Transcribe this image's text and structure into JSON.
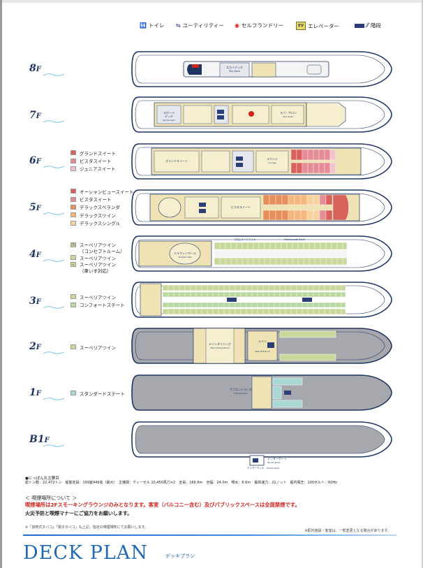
{
  "legend": {
    "toilet": {
      "label": "トイレ",
      "icon": "toilet-icon"
    },
    "utility": {
      "label": "ユーティリティー",
      "icon": "utility-icon"
    },
    "laundry": {
      "label": "セルフランドリー",
      "icon": "laundry-icon"
    },
    "elevator": {
      "label": "エレベーター",
      "icon": "elevator-icon",
      "badge": "EV"
    },
    "stairs": {
      "label": "階段",
      "icon": "stairs-icon"
    }
  },
  "decks": [
    {
      "label": "8",
      "suffix": "F"
    },
    {
      "label": "7",
      "suffix": "F"
    },
    {
      "label": "6",
      "suffix": "F"
    },
    {
      "label": "5",
      "suffix": "F"
    },
    {
      "label": "4",
      "suffix": "F"
    },
    {
      "label": "3",
      "suffix": "F"
    },
    {
      "label": "2",
      "suffix": "F"
    },
    {
      "label": "1",
      "suffix": "F"
    },
    {
      "label": "B1",
      "suffix": "F"
    }
  ],
  "cabin_legend": {
    "deck6": [
      {
        "label": "グランドスイート",
        "color": "#d9615c"
      },
      {
        "label": "ビスタスイート",
        "color": "#e58c97"
      },
      {
        "label": "ジュニアスイート",
        "color": "#f3c3cb"
      }
    ],
    "deck5": [
      {
        "label": "オーシャンビュースイート",
        "color": "#d9615c"
      },
      {
        "label": "ビスタスイート",
        "color": "#e58c97"
      },
      {
        "label": "デラックスベランダ",
        "color": "#e88e5a"
      },
      {
        "label": "デラックスツイン",
        "color": "#f3b67f"
      },
      {
        "label": "デラックスシングル",
        "color": "#f7d29d"
      }
    ],
    "deck4": [
      {
        "label": "スーペリアツイン",
        "label2": "（コンセプトルーム）",
        "color": "#c7d89a",
        "badge": "CR"
      },
      {
        "label": "スーペリアツイン",
        "color": "#c7d89a"
      },
      {
        "label": "スーペリアツイン",
        "label2": "（車いす対応）",
        "color": "#c7d89a",
        "badge": "♿"
      }
    ],
    "deck3": [
      {
        "label": "スーペリアツイン",
        "color": "#c7d89a"
      },
      {
        "label": "コンフォートステート",
        "color": "#b9d9a0"
      }
    ],
    "deck2": [
      {
        "label": "スーペリアツイン",
        "color": "#c7d89a"
      }
    ],
    "deck1": [
      {
        "label": "スタンダードステート",
        "color": "#a9d7d3"
      }
    ]
  },
  "ship_labels": {
    "d8_a": "スカイデッキ",
    "d8_b": "Sky Deck",
    "d7_a": "スポーツ",
    "d7_b": "デッキ",
    "d7_c": "Sports Deck",
    "d7_d": "スパ・サロン",
    "d7_e": "Spa Salon",
    "d6_a": "グランドスイート",
    "d6_b": "ラウンジ",
    "d6_c": "Lounge",
    "d5_a": "ビスタスイート",
    "d4_a": "プロムナードデッキ",
    "d4_b": "Promenade Deck",
    "d4_c": "ドルフィンホール",
    "d4_d": "Dolphin Hall",
    "d2_a": "メインダイニング",
    "d2_b": "Main Dining Room",
    "d2_c": "メイン",
    "d2_d": "Main Entrance",
    "d1_a": "サブエントランス",
    "d1_b": "Sub Entrance",
    "b1_a": "テンダーボート",
    "b1_b": "Tender Boat",
    "b1_c": "テンダーデッキ",
    "b1_d": "Tender Deck"
  },
  "info": {
    "title": "●にっぽん丸主要目",
    "specs": "総トン数：22,472トン　船客定員：199室449名（最大）　主機関：ディーゼル 10,450馬力×2　全長：166.6m　全幅：24.0m　喫水：6.6m　最高速力：21ノット　船内電圧：100ボルト／60Hz"
  },
  "smoking": {
    "heading": "＜ 喫煙場所について ＞",
    "red": "喫煙場所は2Fスモーキングラウンジのみとなります。客室（バルコニー含む）及びパブリックスペースは全面禁煙です。",
    "black": "火災予防と喫煙マナーにご協力をお願いします。",
    "note": "※「加熱式タバコ」「電子タバコ」も上記、指定の喫煙場所にてお願いします。"
  },
  "footnote_right": "※配内施設・客室は、一部変更となる場合があります。",
  "footer": {
    "title": "DECK PLAN",
    "subtitle": "デッキプラン"
  },
  "colors": {
    "navy": "#1e3564",
    "hull": "#ffffff",
    "gray_deck": "#a6a8ad",
    "public": "#efe2b5",
    "cabin_green": "#c7d89a",
    "cabin_red": "#d9615c",
    "cabin_pink": "#e58c97",
    "cabin_orange": "#e88e5a",
    "cabin_teal": "#a9d7d3",
    "accent_blue": "#1f6ab3"
  }
}
